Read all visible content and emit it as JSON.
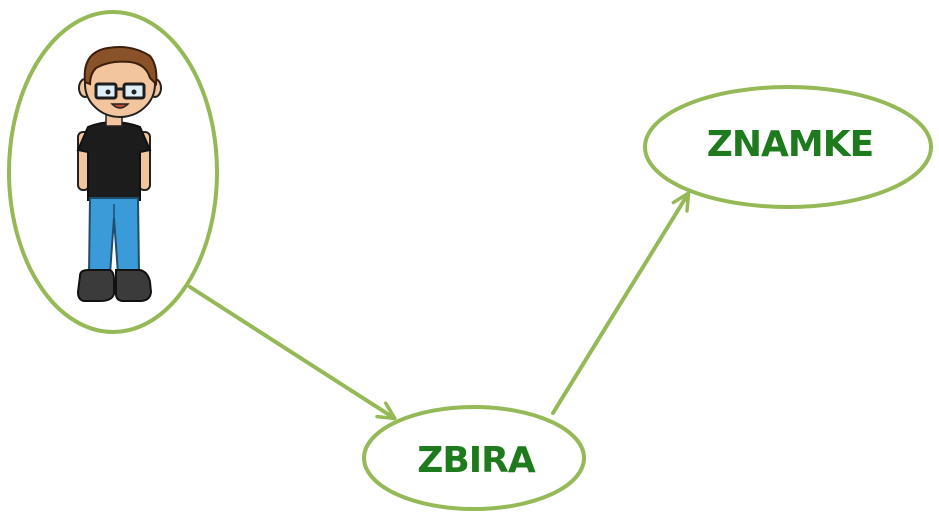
{
  "nodes": {
    "znamke": {
      "label": "ZNAMKE"
    },
    "zbira": {
      "label": "ZBIRA"
    },
    "person": {
      "icon": "boy-with-glasses-icon"
    }
  },
  "edges": [
    {
      "from": "person",
      "to": "zbira"
    },
    {
      "from": "zbira",
      "to": "znamke"
    }
  ],
  "colors": {
    "outline": "#94b956",
    "label": "#1d7a1d",
    "skin": "#f3c59e",
    "hair": "#8a5228",
    "shirt": "#1c1c1c",
    "jeans": "#3a9bd8",
    "shoes": "#3b3b3b"
  }
}
